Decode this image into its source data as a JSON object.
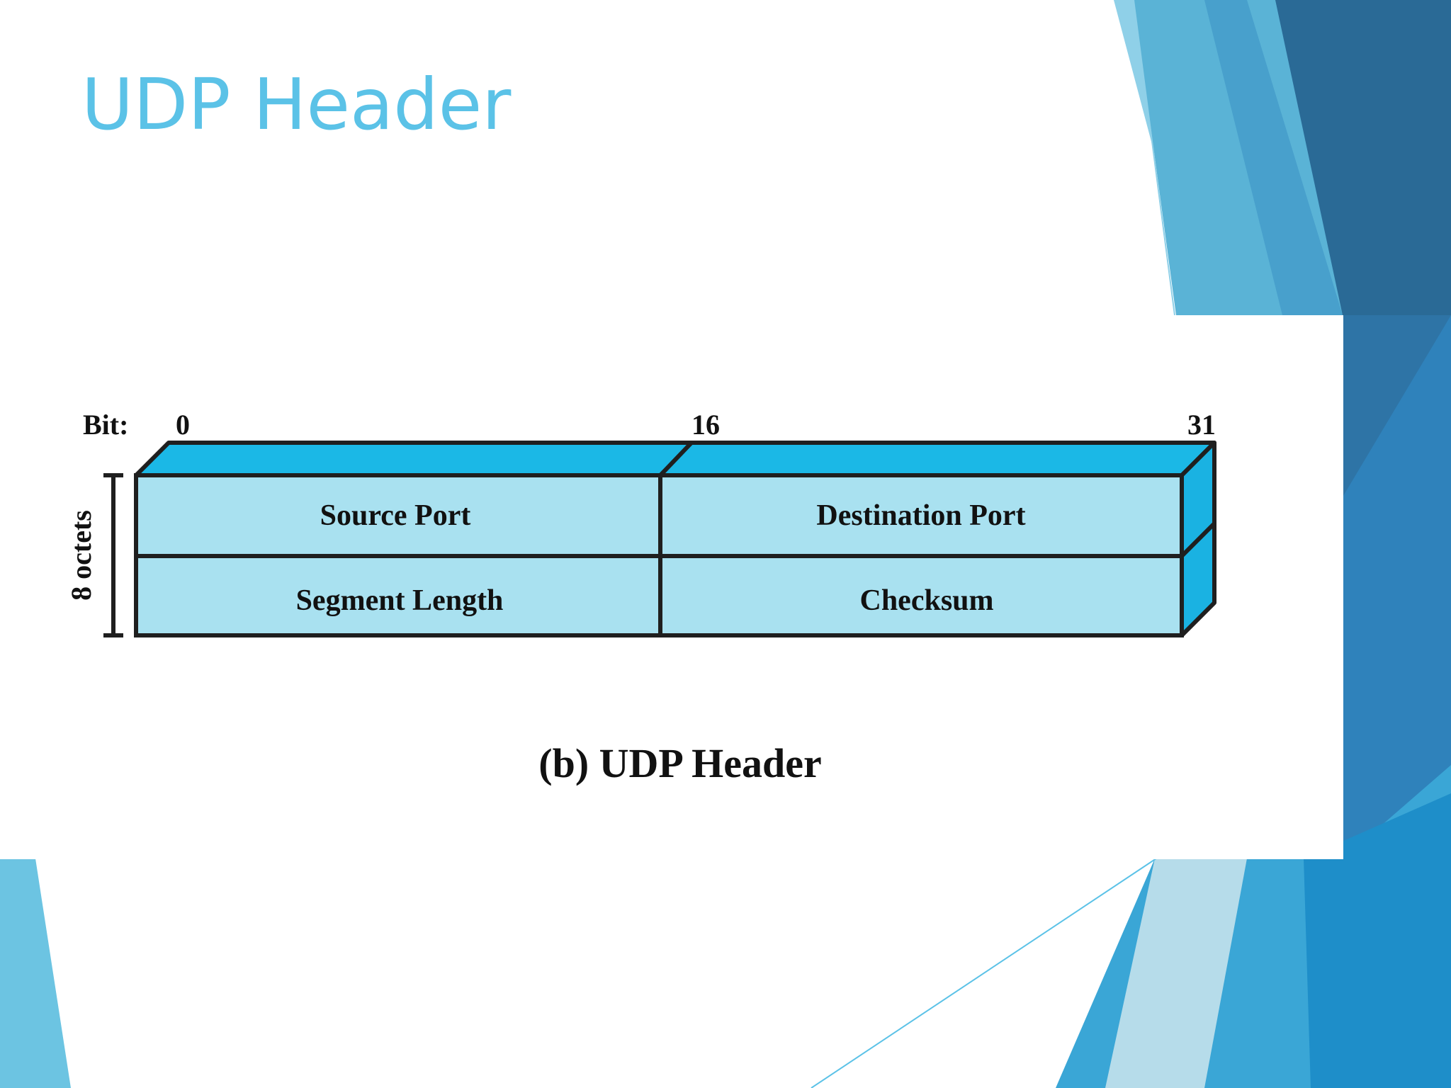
{
  "slide": {
    "title": "UDP Header"
  },
  "colors": {
    "title": "#5bc2e7",
    "field_fill": "#a9e1f0",
    "top_face": "#1bb8e6",
    "side_face": "#1ab2e2",
    "outline": "#1f1f1f",
    "accent_dark": "#2a6a96",
    "accent_mid": "#3a9fd0",
    "accent_light": "#6cc4e2"
  },
  "diagram": {
    "bit_label": "Bit:",
    "bit_markers": [
      "0",
      "16",
      "31"
    ],
    "size_label": "8 octets",
    "rows": [
      [
        "Source Port",
        "Destination Port"
      ],
      [
        "Segment Length",
        "Checksum"
      ]
    ],
    "caption": "(b) UDP Header"
  }
}
